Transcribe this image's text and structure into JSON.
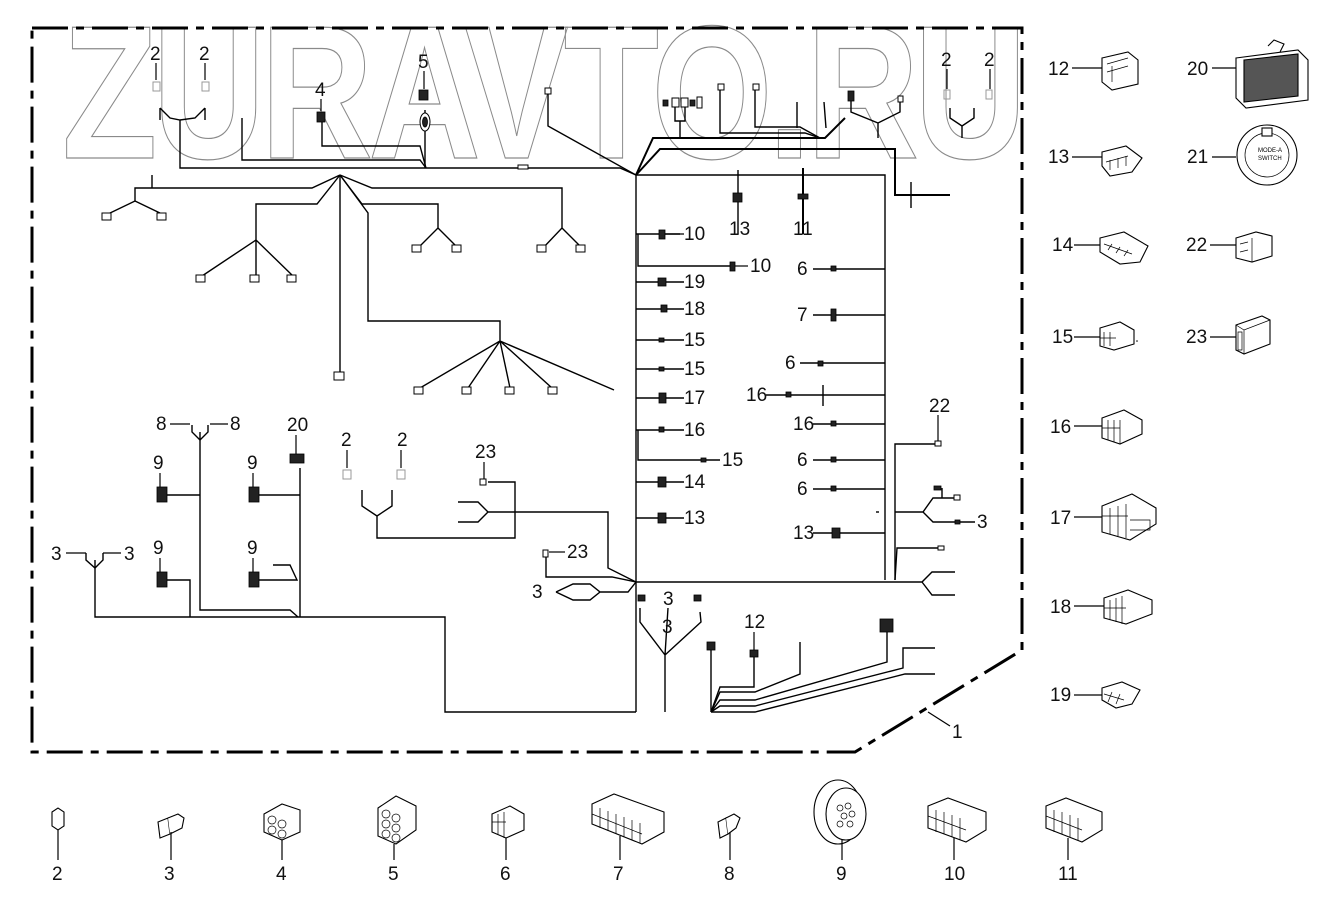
{
  "watermark": "ZURAVTO.RU",
  "assembly_callout": "1",
  "harness_callouts": {
    "top_left_2a": "2",
    "top_left_2b": "2",
    "top_4": "4",
    "top_5": "5",
    "top_right_2a": "2",
    "top_right_2b": "2",
    "center_13": "13",
    "center_11": "11",
    "left_col": [
      "10",
      "10",
      "19",
      "18",
      "15",
      "15",
      "17",
      "16",
      "15",
      "14",
      "13"
    ],
    "right_col": [
      "6",
      "7",
      "6",
      "16",
      "16",
      "6",
      "6",
      "13"
    ],
    "right_22": "22",
    "right_3": "3",
    "lower_8a": "8",
    "lower_8b": "8",
    "lower_20": "20",
    "lower_9a": "9",
    "lower_9b": "9",
    "lower_9c": "9",
    "lower_9d": "9",
    "lower_2a": "2",
    "lower_2b": "2",
    "lower_23a": "23",
    "lower_23b": "23",
    "lower_3a": "3",
    "lower_3b": "3",
    "lower_3c": "3",
    "lower_3d": "3",
    "lower_3e": "3",
    "lower_12": "12"
  },
  "parts_right": [
    {
      "id": "12",
      "label": "12",
      "type": "connector"
    },
    {
      "id": "20",
      "label": "20",
      "type": "module-connector"
    },
    {
      "id": "13",
      "label": "13",
      "type": "connector"
    },
    {
      "id": "21",
      "label": "21",
      "type": "round-switch"
    },
    {
      "id": "14",
      "label": "14",
      "type": "connector"
    },
    {
      "id": "22",
      "label": "22",
      "type": "connector"
    },
    {
      "id": "15",
      "label": "15",
      "type": "connector"
    },
    {
      "id": "23",
      "label": "23",
      "type": "fuse-holder"
    },
    {
      "id": "16",
      "label": "16",
      "type": "connector"
    },
    {
      "id": "17",
      "label": "17",
      "type": "connector"
    },
    {
      "id": "18",
      "label": "18",
      "type": "connector"
    },
    {
      "id": "19",
      "label": "19",
      "type": "connector"
    }
  ],
  "parts_bottom": [
    {
      "id": "2",
      "label": "2",
      "type": "single-terminal"
    },
    {
      "id": "3",
      "label": "3",
      "type": "bullet-terminal"
    },
    {
      "id": "4",
      "label": "4",
      "type": "4-pin-connector"
    },
    {
      "id": "5",
      "label": "5",
      "type": "6-pin-connector"
    },
    {
      "id": "6",
      "label": "6",
      "type": "connector"
    },
    {
      "id": "7",
      "label": "7",
      "type": "multi-pin-connector"
    },
    {
      "id": "8",
      "label": "8",
      "type": "bullet-terminal"
    },
    {
      "id": "9",
      "label": "9",
      "type": "circular-connector"
    },
    {
      "id": "10",
      "label": "10",
      "type": "multi-pin-connector"
    },
    {
      "id": "11",
      "label": "11",
      "type": "multi-pin-connector"
    }
  ],
  "switch_21_text": [
    "MODE-A",
    "SWITCH"
  ]
}
